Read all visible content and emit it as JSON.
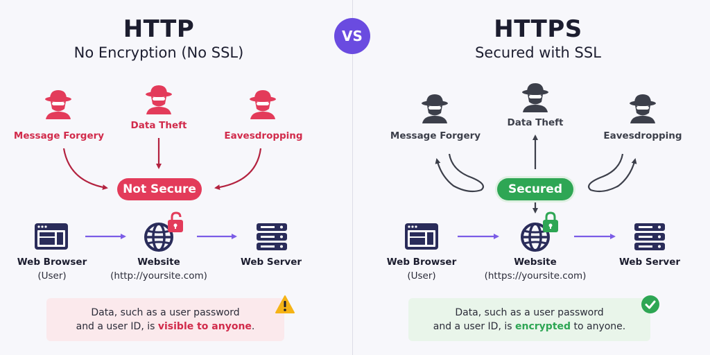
{
  "center": {
    "vs_label": "VS"
  },
  "left": {
    "title": "HTTP",
    "subtitle": "No Encryption (No SSL)",
    "threats": [
      {
        "label": "Message Forgery",
        "icon": "hacker-icon"
      },
      {
        "label": "Data Theft",
        "icon": "hacker-icon"
      },
      {
        "label": "Eavesdropping",
        "icon": "hacker-icon"
      }
    ],
    "status_label": "Not Secure",
    "nodes": [
      {
        "label": "Web Browser",
        "sub": "(User)",
        "icon": "browser-icon"
      },
      {
        "label": "Website",
        "sub": "(http://yoursite.com)",
        "icon": "globe-icon"
      },
      {
        "label": "Web Server",
        "sub": "",
        "icon": "server-icon"
      }
    ],
    "note": {
      "line1": "Data, such as a user password",
      "line2_pre": "and a user ID, is ",
      "line2_highlight": "visible to anyone",
      "line2_post": "."
    },
    "note_icon": "warning-icon"
  },
  "right": {
    "title": "HTTPS",
    "subtitle": "Secured with SSL",
    "threats": [
      {
        "label": "Message Forgery",
        "icon": "hacker-icon"
      },
      {
        "label": "Data Theft",
        "icon": "hacker-icon"
      },
      {
        "label": "Eavesdropping",
        "icon": "hacker-icon"
      }
    ],
    "status_label": "Secured",
    "nodes": [
      {
        "label": "Web Browser",
        "sub": "(User)",
        "icon": "browser-icon"
      },
      {
        "label": "Website",
        "sub": "(https://yoursite.com)",
        "icon": "globe-icon"
      },
      {
        "label": "Web Server",
        "sub": "",
        "icon": "server-icon"
      }
    ],
    "note": {
      "line1": "Data, such as a user password",
      "line2_pre": "and a user ID, is ",
      "line2_highlight": "encrypted",
      "line2_post": " to anyone."
    },
    "note_icon": "check-circle-icon"
  },
  "colors": {
    "danger": "#e33b5a",
    "success": "#2ea654",
    "accent": "#6a4be0",
    "arrow": "#7b5ce6",
    "neutral": "#3c3f4a",
    "navy": "#2a2c5a"
  }
}
